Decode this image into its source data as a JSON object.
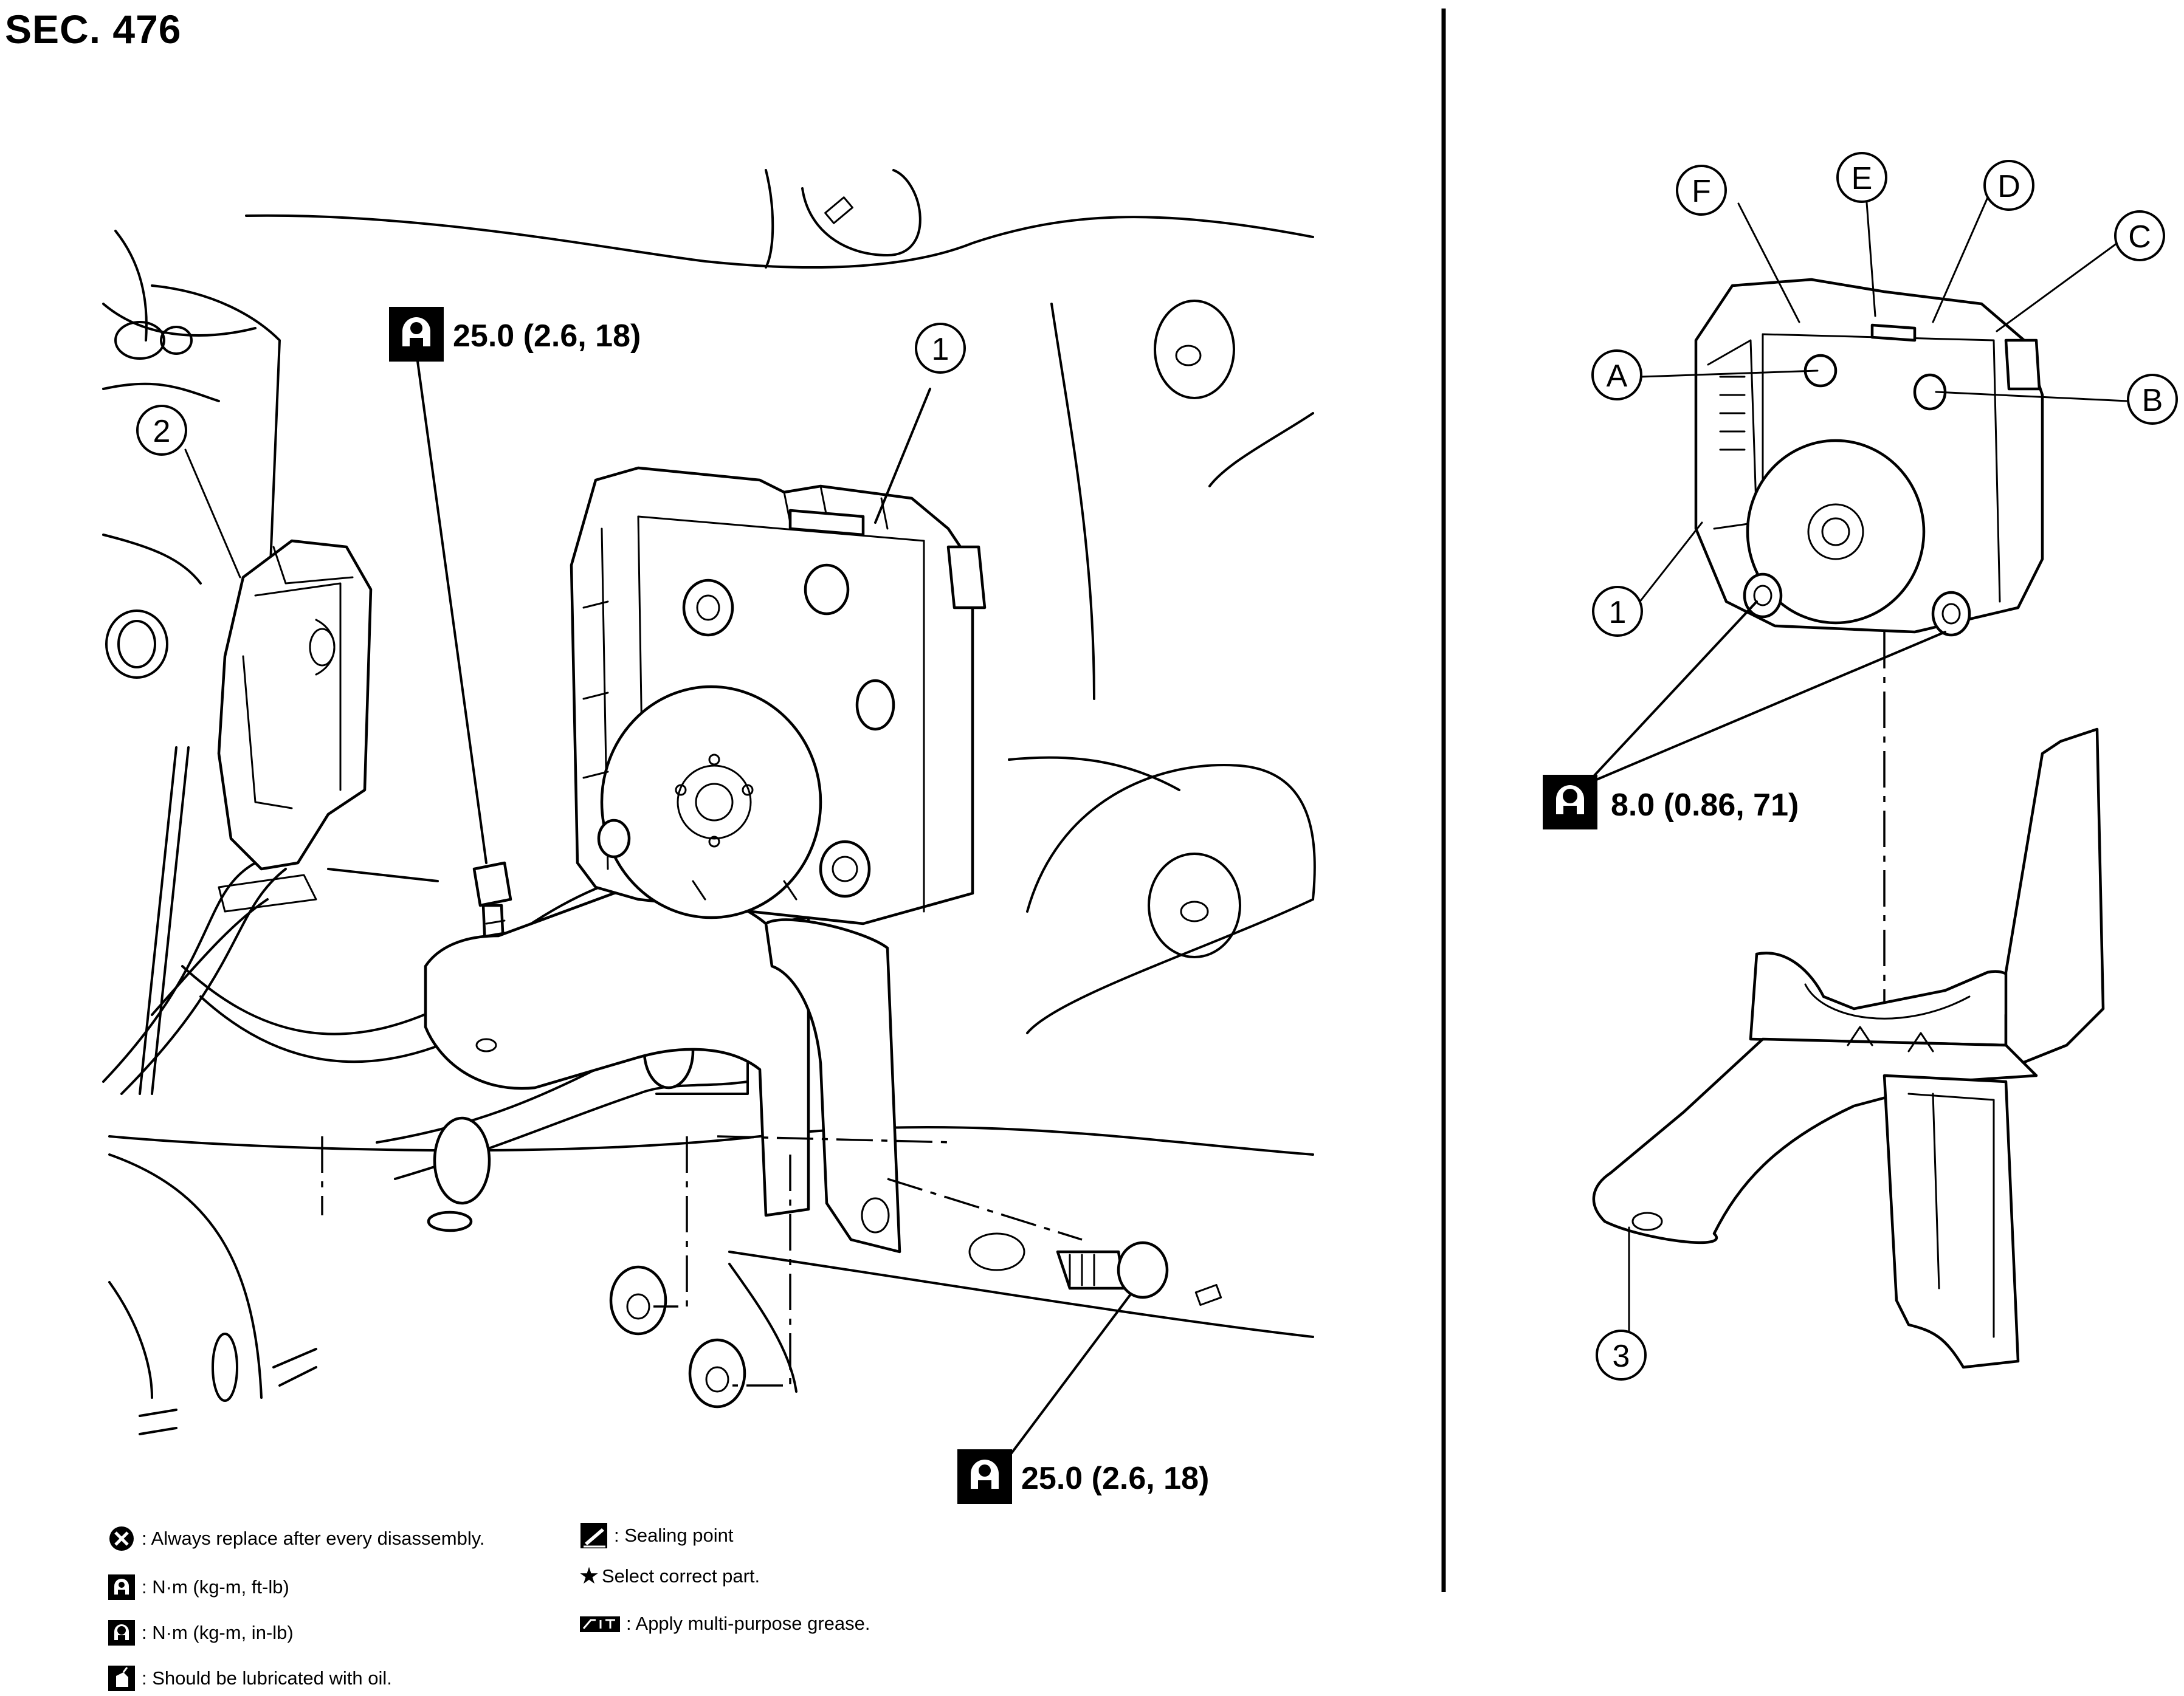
{
  "section_title": "SEC. 476",
  "callouts": {
    "left_1": "1",
    "left_2": "2",
    "right_1": "1",
    "right_3": "3",
    "right_A": "A",
    "right_B": "B",
    "right_C": "C",
    "right_D": "D",
    "right_E": "E",
    "right_F": "F"
  },
  "torque_specs": {
    "upper_left": "25.0 (2.6, 18)",
    "lower_left": "25.0 (2.6, 18)",
    "right": "8.0 (0.86, 71)"
  },
  "legend": [
    {
      "icon": "replace-icon",
      "text": ": Always replace after every disassembly."
    },
    {
      "icon": "torque-ftlb-icon",
      "text": ": N·m (kg-m, ft-lb)"
    },
    {
      "icon": "torque-inlb-icon",
      "text": ": N·m (kg-m, in-lb)"
    },
    {
      "icon": "oil-can-icon",
      "text": ": Should be lubricated with oil."
    },
    {
      "icon": "sealing-icon",
      "text": ": Sealing point"
    },
    {
      "icon": "star-icon",
      "text": "Select correct part."
    },
    {
      "icon": "grease-icon",
      "text": ": Apply multi-purpose grease."
    }
  ]
}
